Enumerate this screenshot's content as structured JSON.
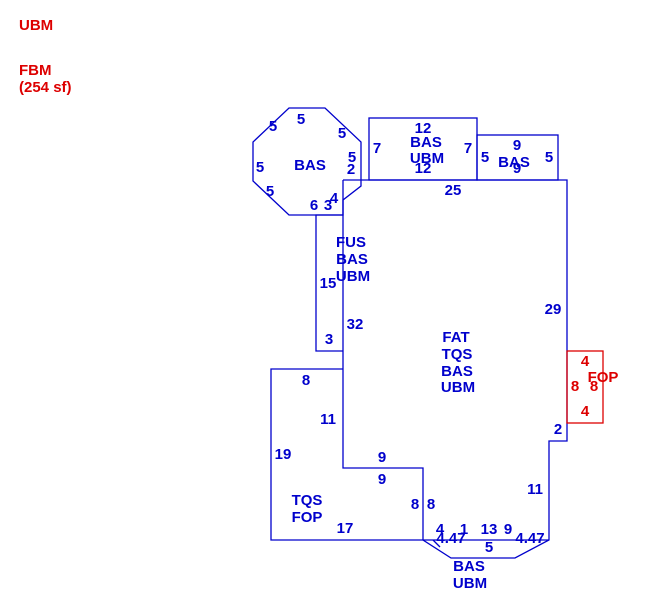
{
  "colors": {
    "structure": "#0000cc",
    "highlight": "#dd0000",
    "background": "#ffffff"
  },
  "legend": {
    "title": "UBM",
    "area_code": "FBM",
    "area_value": "(254 sf)"
  },
  "sketch": {
    "octagon": {
      "name": "BAS",
      "sides": [
        "5",
        "5",
        "5",
        "5",
        "5",
        "5"
      ],
      "notes": [
        "2",
        "6",
        "3",
        "4"
      ]
    },
    "top_box": {
      "dim_top": "12",
      "dim_bottom": "12",
      "dim_left": "7",
      "dim_right": "7",
      "codes": [
        "BAS",
        "UBM"
      ]
    },
    "right_top_box": {
      "dim_top": "9",
      "dim_bottom": "9",
      "dim_left": "5",
      "dim_right": "5",
      "code": "BAS"
    },
    "main": {
      "dim_top": "25",
      "dim_right": "29",
      "dim_notch": "2",
      "dim_right_low": "11",
      "codes": [
        "FAT",
        "TQS",
        "BAS",
        "UBM"
      ]
    },
    "fus": {
      "dim_side": "15",
      "dim_inner": "32",
      "dim_bottom": "3",
      "codes": [
        "FUS",
        "BAS",
        "UBM"
      ]
    },
    "fop_left": {
      "dim_top": "8",
      "dim_side": "11",
      "dim_left": "19",
      "dim_bottom": "17",
      "codes": [
        "TQS",
        "FOP"
      ]
    },
    "inner_step": {
      "dim_a": "9",
      "dim_b": "9",
      "dim_c": "8",
      "dim_d": "8"
    },
    "bottom_bay": {
      "dims": [
        "4",
        "1",
        "13",
        "9",
        "4.47",
        "4.47",
        "5"
      ],
      "codes": [
        "BAS",
        "UBM"
      ]
    },
    "fop_right": {
      "code": "FOP",
      "dim_top": "4",
      "dim_bottom": "4",
      "dim_left": "8",
      "dim_right": "8"
    }
  }
}
